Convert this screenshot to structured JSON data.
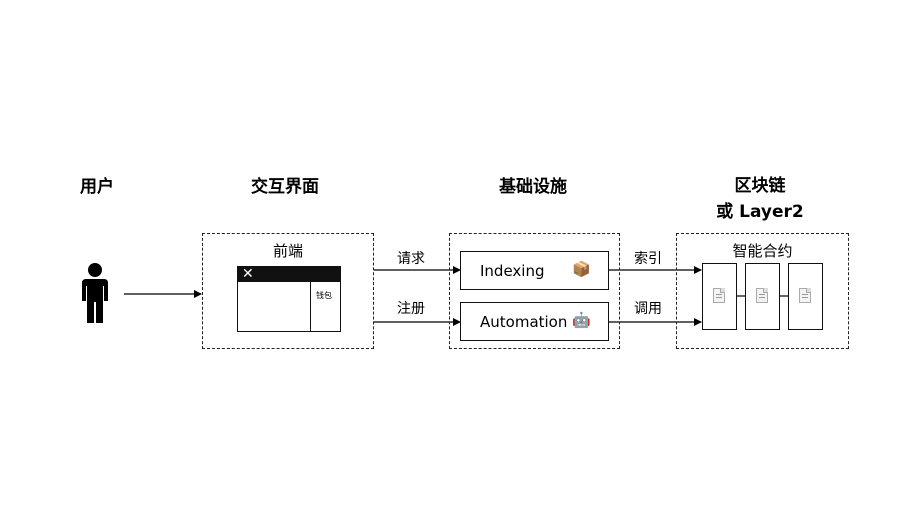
{
  "columns": {
    "user": "用户",
    "interface": "交互界面",
    "infrastructure": "基础设施",
    "blockchain_line1": "区块链",
    "blockchain_line2": "或 Layer2"
  },
  "frontend": {
    "title": "前端",
    "close_glyph": "✕",
    "wallet": "钱包"
  },
  "edges": {
    "request": "请求",
    "register": "注册",
    "index": "索引",
    "call": "调用"
  },
  "infra_nodes": {
    "indexing": "Indexing",
    "automation": "Automation",
    "indexing_emoji": "📦",
    "automation_emoji": "🤖"
  },
  "contracts": {
    "title": "智能合约"
  }
}
